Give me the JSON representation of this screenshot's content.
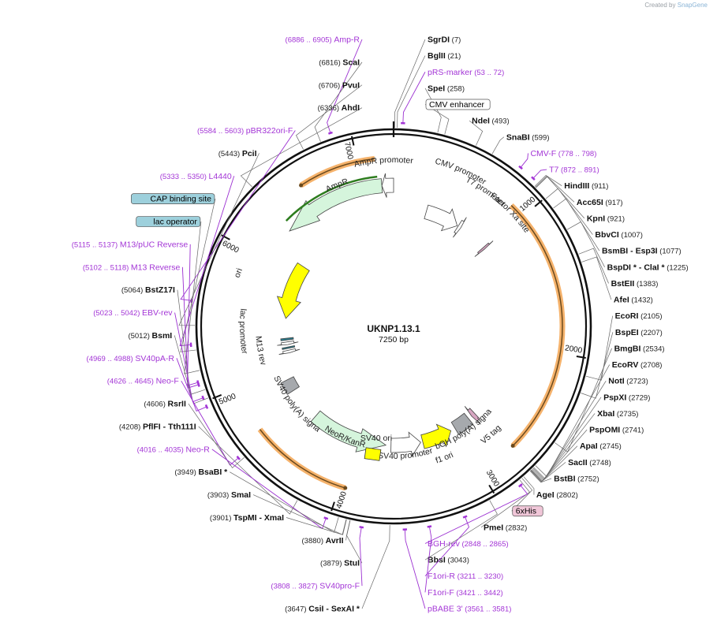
{
  "credit": {
    "prefix": "Created by",
    "brand": "SnapGene"
  },
  "plasmid": {
    "name": "UKNP1.13.1",
    "size_label": "7250 bp",
    "length": 7250
  },
  "ticks": [
    {
      "bp": 1000,
      "label": "1000"
    },
    {
      "bp": 2000,
      "label": "2000"
    },
    {
      "bp": 3000,
      "label": "3000"
    },
    {
      "bp": 4000,
      "label": "4000"
    },
    {
      "bp": 5000,
      "label": "5000"
    },
    {
      "bp": 6000,
      "label": "6000"
    },
    {
      "bp": 7000,
      "label": "7000"
    }
  ],
  "features": [
    {
      "name": "AmpR promoter",
      "start": 7154,
      "end": 7250,
      "dir": -1,
      "fill": "#ffffff",
      "ring": 1
    },
    {
      "name": "AmpR",
      "start": 6294,
      "end": 7154,
      "dir": -1,
      "fill": "#d5f5dc",
      "ring": 1
    },
    {
      "name": "ori",
      "start": 5523,
      "end": 6112,
      "dir": -1,
      "fill": "#ffff00",
      "ring": 1
    },
    {
      "name": "CMV promoter",
      "start": 320,
      "end": 650,
      "dir": 1,
      "fill": "#ffffff",
      "ring": 1
    },
    {
      "name": "T7 promoter",
      "start": 660,
      "end": 690,
      "dir": 1,
      "fill": "#ffffff",
      "ring": 1
    },
    {
      "name": "Factor Xa site",
      "start": 980,
      "end": 1000,
      "dir": 1,
      "fill": "#d7a6c2",
      "ring": 1
    },
    {
      "name": "V5 tag",
      "start": 2760,
      "end": 2800,
      "dir": 1,
      "fill": "#d7a6c2",
      "ring": 1
    },
    {
      "name": "bGH poly(A) signal",
      "start": 2838,
      "end": 3000,
      "dir": 0,
      "fill": "#a6a9ad",
      "ring": 1
    },
    {
      "name": "f1 ori",
      "start": 3046,
      "end": 3340,
      "dir": -1,
      "fill": "#ffff00",
      "ring": 1
    },
    {
      "name": "SV40 promoter",
      "start": 3360,
      "end": 3650,
      "dir": -1,
      "fill": "#ffffff",
      "ring": 1
    },
    {
      "name": "NeoR/KanR",
      "start": 3700,
      "end": 4450,
      "dir": -1,
      "fill": "#d5f5dc",
      "ring": 1
    },
    {
      "name": "SV40 poly(A) signal",
      "start": 4780,
      "end": 4900,
      "dir": 0,
      "fill": "#a6a9ad",
      "ring": 1
    },
    {
      "name": "lac promoter",
      "start": 5240,
      "end": 5270,
      "dir": -1,
      "fill": "#ffffff",
      "ring": 1
    },
    {
      "name": "lac operator",
      "start": 5200,
      "end": 5215,
      "dir": 0,
      "fill": "#2a7d8e",
      "ring": 1
    },
    {
      "name": "M13 rev",
      "start": 5150,
      "end": 5180,
      "dir": -1,
      "fill": "#ffffff",
      "ring": 1
    },
    {
      "name": "CAP binding site",
      "start": 5290,
      "end": 5310,
      "dir": 0,
      "fill": "#2a7d8e",
      "ring": 1
    }
  ],
  "orange_arcs": [
    {
      "name": "insert-arc",
      "start": 890,
      "end": 2720,
      "dir": 1
    },
    {
      "name": "kanr-arc",
      "start": 3960,
      "end": 4680,
      "dir": -1
    },
    {
      "name": "ampr-arc",
      "start": 6580,
      "end": 7120,
      "dir": -1
    }
  ],
  "feature_labels": [
    {
      "text": "AmpR promoter",
      "bp": 7180,
      "r": 208
    },
    {
      "text": "AmpR",
      "bp": 6810,
      "r": 190
    },
    {
      "text": "ori",
      "bp": 5820,
      "r": 205
    },
    {
      "text": "CMV promoter",
      "bp": 470,
      "r": 213
    },
    {
      "text": "T7 promoter",
      "bp": 690,
      "r": 205
    },
    {
      "text": "Factor Xa site",
      "bp": 920,
      "r": 205
    },
    {
      "text": "V5 tag",
      "bp": 2780,
      "r": 188
    },
    {
      "text": "bGH poly(A) signal",
      "bp": 2930,
      "r": 165
    },
    {
      "text": "f1 ori",
      "bp": 3200,
      "r": 182
    },
    {
      "text": "SV40 promoter",
      "bp": 3520,
      "r": 168
    },
    {
      "text": "NeoR/KanR",
      "bp": 4100,
      "r": 158
    },
    {
      "text": "SV40 poly(A) signal",
      "bp": 4650,
      "r": 165
    },
    {
      "text": "M13 rev",
      "bp": 5230,
      "r": 175
    },
    {
      "text": "lac promoter",
      "bp": 5400,
      "r": 195
    },
    {
      "text": "SV40 ori",
      "text_only": true,
      "bp": 0,
      "r": 0
    }
  ],
  "sv40_ori": {
    "label": "SV40 ori",
    "fill": "#ffff00"
  },
  "sites": [
    {
      "bp": 7,
      "name": "SgrDI",
      "pos": "(7)",
      "side": "left"
    },
    {
      "bp": 21,
      "name": "BglII",
      "pos": "(21)",
      "side": "right"
    },
    {
      "bp": 53,
      "name": "pRS-marker",
      "pos": "(53 .. 72)",
      "primer": true,
      "side": "right"
    },
    {
      "bp": 258,
      "name": "SpeI",
      "pos": "(258)",
      "side": "right"
    },
    {
      "bp": 300,
      "name": "CMV enhancer",
      "pos": "",
      "boxed": true,
      "side": "right"
    },
    {
      "bp": 493,
      "name": "NdeI",
      "pos": "(493)",
      "side": "right"
    },
    {
      "bp": 599,
      "name": "SnaBI",
      "pos": "(599)",
      "side": "right"
    },
    {
      "bp": 778,
      "name": "CMV-F",
      "pos": "(778 .. 798)",
      "primer": true,
      "side": "right"
    },
    {
      "bp": 872,
      "name": "T7",
      "pos": "(872 .. 891)",
      "primer": true,
      "side": "right"
    },
    {
      "bp": 911,
      "name": "HindIII",
      "pos": "(911)",
      "side": "right"
    },
    {
      "bp": 917,
      "name": "Acc65I",
      "pos": "(917)",
      "side": "right"
    },
    {
      "bp": 921,
      "name": "KpnI",
      "pos": "(921)",
      "side": "right"
    },
    {
      "bp": 1007,
      "name": "BbvCI",
      "pos": "(1007)",
      "side": "right"
    },
    {
      "bp": 1077,
      "name": "BsmBI",
      "name2": "Esp3I",
      "pos": "(1077)",
      "side": "right"
    },
    {
      "bp": 1225,
      "name": "BspDI *",
      "name2": "ClaI *",
      "pos": "(1225)",
      "side": "right"
    },
    {
      "bp": 1383,
      "name": "BstEII",
      "pos": "(1383)",
      "side": "right"
    },
    {
      "bp": 1432,
      "name": "AfeI",
      "pos": "(1432)",
      "side": "right"
    },
    {
      "bp": 2105,
      "name": "EcoRI",
      "pos": "(2105)",
      "side": "right"
    },
    {
      "bp": 2207,
      "name": "BspEI",
      "pos": "(2207)",
      "side": "right"
    },
    {
      "bp": 2534,
      "name": "BmgBI",
      "pos": "(2534)",
      "side": "right"
    },
    {
      "bp": 2708,
      "name": "EcoRV",
      "pos": "(2708)",
      "side": "right"
    },
    {
      "bp": 2723,
      "name": "NotI",
      "pos": "(2723)",
      "side": "right"
    },
    {
      "bp": 2729,
      "name": "PspXI",
      "pos": "(2729)",
      "side": "right"
    },
    {
      "bp": 2735,
      "name": "XbaI",
      "pos": "(2735)",
      "side": "right"
    },
    {
      "bp": 2741,
      "name": "PspOMI",
      "pos": "(2741)",
      "side": "right"
    },
    {
      "bp": 2745,
      "name": "ApaI",
      "pos": "(2745)",
      "side": "right"
    },
    {
      "bp": 2748,
      "name": "SacII",
      "pos": "(2748)",
      "side": "right"
    },
    {
      "bp": 2752,
      "name": "BstBI",
      "pos": "(2752)",
      "side": "right"
    },
    {
      "bp": 2802,
      "name": "AgeI",
      "pos": "(2802)",
      "side": "right"
    },
    {
      "bp": 2815,
      "name": "6xHis",
      "pos": "",
      "pinkbox": true,
      "side": "right"
    },
    {
      "bp": 2832,
      "name": "PmeI",
      "pos": "(2832)",
      "side": "right"
    },
    {
      "bp": 2848,
      "name": "BGH-rev",
      "pos": "(2848 .. 2865)",
      "primer": true,
      "side": "right"
    },
    {
      "bp": 3043,
      "name": "BbsI",
      "pos": "(3043)",
      "side": "right"
    },
    {
      "bp": 3211,
      "name": "F1ori-R",
      "pos": "(3211 .. 3230)",
      "primer": true,
      "side": "right"
    },
    {
      "bp": 3421,
      "name": "F1ori-F",
      "pos": "(3421 .. 3442)",
      "primer": true,
      "side": "right"
    },
    {
      "bp": 3561,
      "name": "pBABE 3'",
      "pos": "(3561 .. 3581)",
      "primer": true,
      "side": "bottom"
    },
    {
      "bp": 3647,
      "name": "CsiI",
      "name2": "SexAI *",
      "pos": "(3647)",
      "side": "left"
    },
    {
      "bp": 3808,
      "name": "SV40pro-F",
      "pos": "(3808 .. 3827)",
      "primer": true,
      "side": "left"
    },
    {
      "bp": 3879,
      "name": "StuI",
      "pos": "(3879)",
      "side": "left"
    },
    {
      "bp": 3880,
      "name": "AvrII",
      "pos": "(3880)",
      "side": "left"
    },
    {
      "bp": 3901,
      "name": "TspMI",
      "name2": "XmaI",
      "pos": "(3901)",
      "side": "left"
    },
    {
      "bp": 3903,
      "name": "SmaI",
      "pos": "(3903)",
      "side": "left"
    },
    {
      "bp": 3949,
      "name": "BsaBI *",
      "pos": "(3949)",
      "side": "left"
    },
    {
      "bp": 4016,
      "name": "Neo-R",
      "pos": "(4016 .. 4035)",
      "primer": true,
      "side": "left"
    },
    {
      "bp": 4208,
      "name": "PflFI",
      "name2": "Tth111I",
      "pos": "(4208)",
      "side": "left"
    },
    {
      "bp": 4606,
      "name": "RsrII",
      "pos": "(4606)",
      "side": "left"
    },
    {
      "bp": 4626,
      "name": "Neo-F",
      "pos": "(4626 .. 4645)",
      "primer": true,
      "side": "left"
    },
    {
      "bp": 4969,
      "name": "SV40pA-R",
      "pos": "(4969 .. 4988)",
      "primer": true,
      "side": "left"
    },
    {
      "bp": 5012,
      "name": "BsmI",
      "pos": "(5012)",
      "side": "left"
    },
    {
      "bp": 5023,
      "name": "EBV-rev",
      "pos": "(5023 .. 5042)",
      "primer": true,
      "side": "left"
    },
    {
      "bp": 5064,
      "name": "BstZ17I",
      "pos": "(5064)",
      "side": "left"
    },
    {
      "bp": 5102,
      "name": "M13 Reverse",
      "pos": "(5102 .. 5118)",
      "primer": true,
      "side": "left"
    },
    {
      "bp": 5180,
      "name": "lac operator",
      "pos": "",
      "tealbox": true,
      "side": "left"
    },
    {
      "bp": 5115,
      "name": "M13/pUC Reverse",
      "pos": "(5115 .. 5137)",
      "primer": true,
      "side": "left"
    },
    {
      "bp": 5300,
      "name": "CAP binding site",
      "pos": "",
      "tealbox": true,
      "side": "left"
    },
    {
      "bp": 5333,
      "name": "L4440",
      "pos": "(5333 .. 5350)",
      "primer": true,
      "side": "left"
    },
    {
      "bp": 5443,
      "name": "PciI",
      "pos": "(5443)",
      "side": "left"
    },
    {
      "bp": 5584,
      "name": "pBR322ori-F",
      "pos": "(5584 .. 5603)",
      "primer": true,
      "side": "left"
    },
    {
      "bp": 6336,
      "name": "AhdI",
      "pos": "(6336)",
      "side": "left"
    },
    {
      "bp": 6706,
      "name": "PvuI",
      "pos": "(6706)",
      "side": "left"
    },
    {
      "bp": 6816,
      "name": "ScaI",
      "pos": "(6816)",
      "side": "left"
    },
    {
      "bp": 6886,
      "name": "Amp-R",
      "pos": "(6886 .. 6905)",
      "primer": true,
      "side": "left"
    }
  ],
  "colors": {
    "backbone": "#111111",
    "primer": "#a335d6",
    "orange_arc": "#f5b26b",
    "teal_box": "#9dd0dc",
    "pink_box": "#f0c6d8",
    "ampr_dark": "#2e7d1f"
  }
}
